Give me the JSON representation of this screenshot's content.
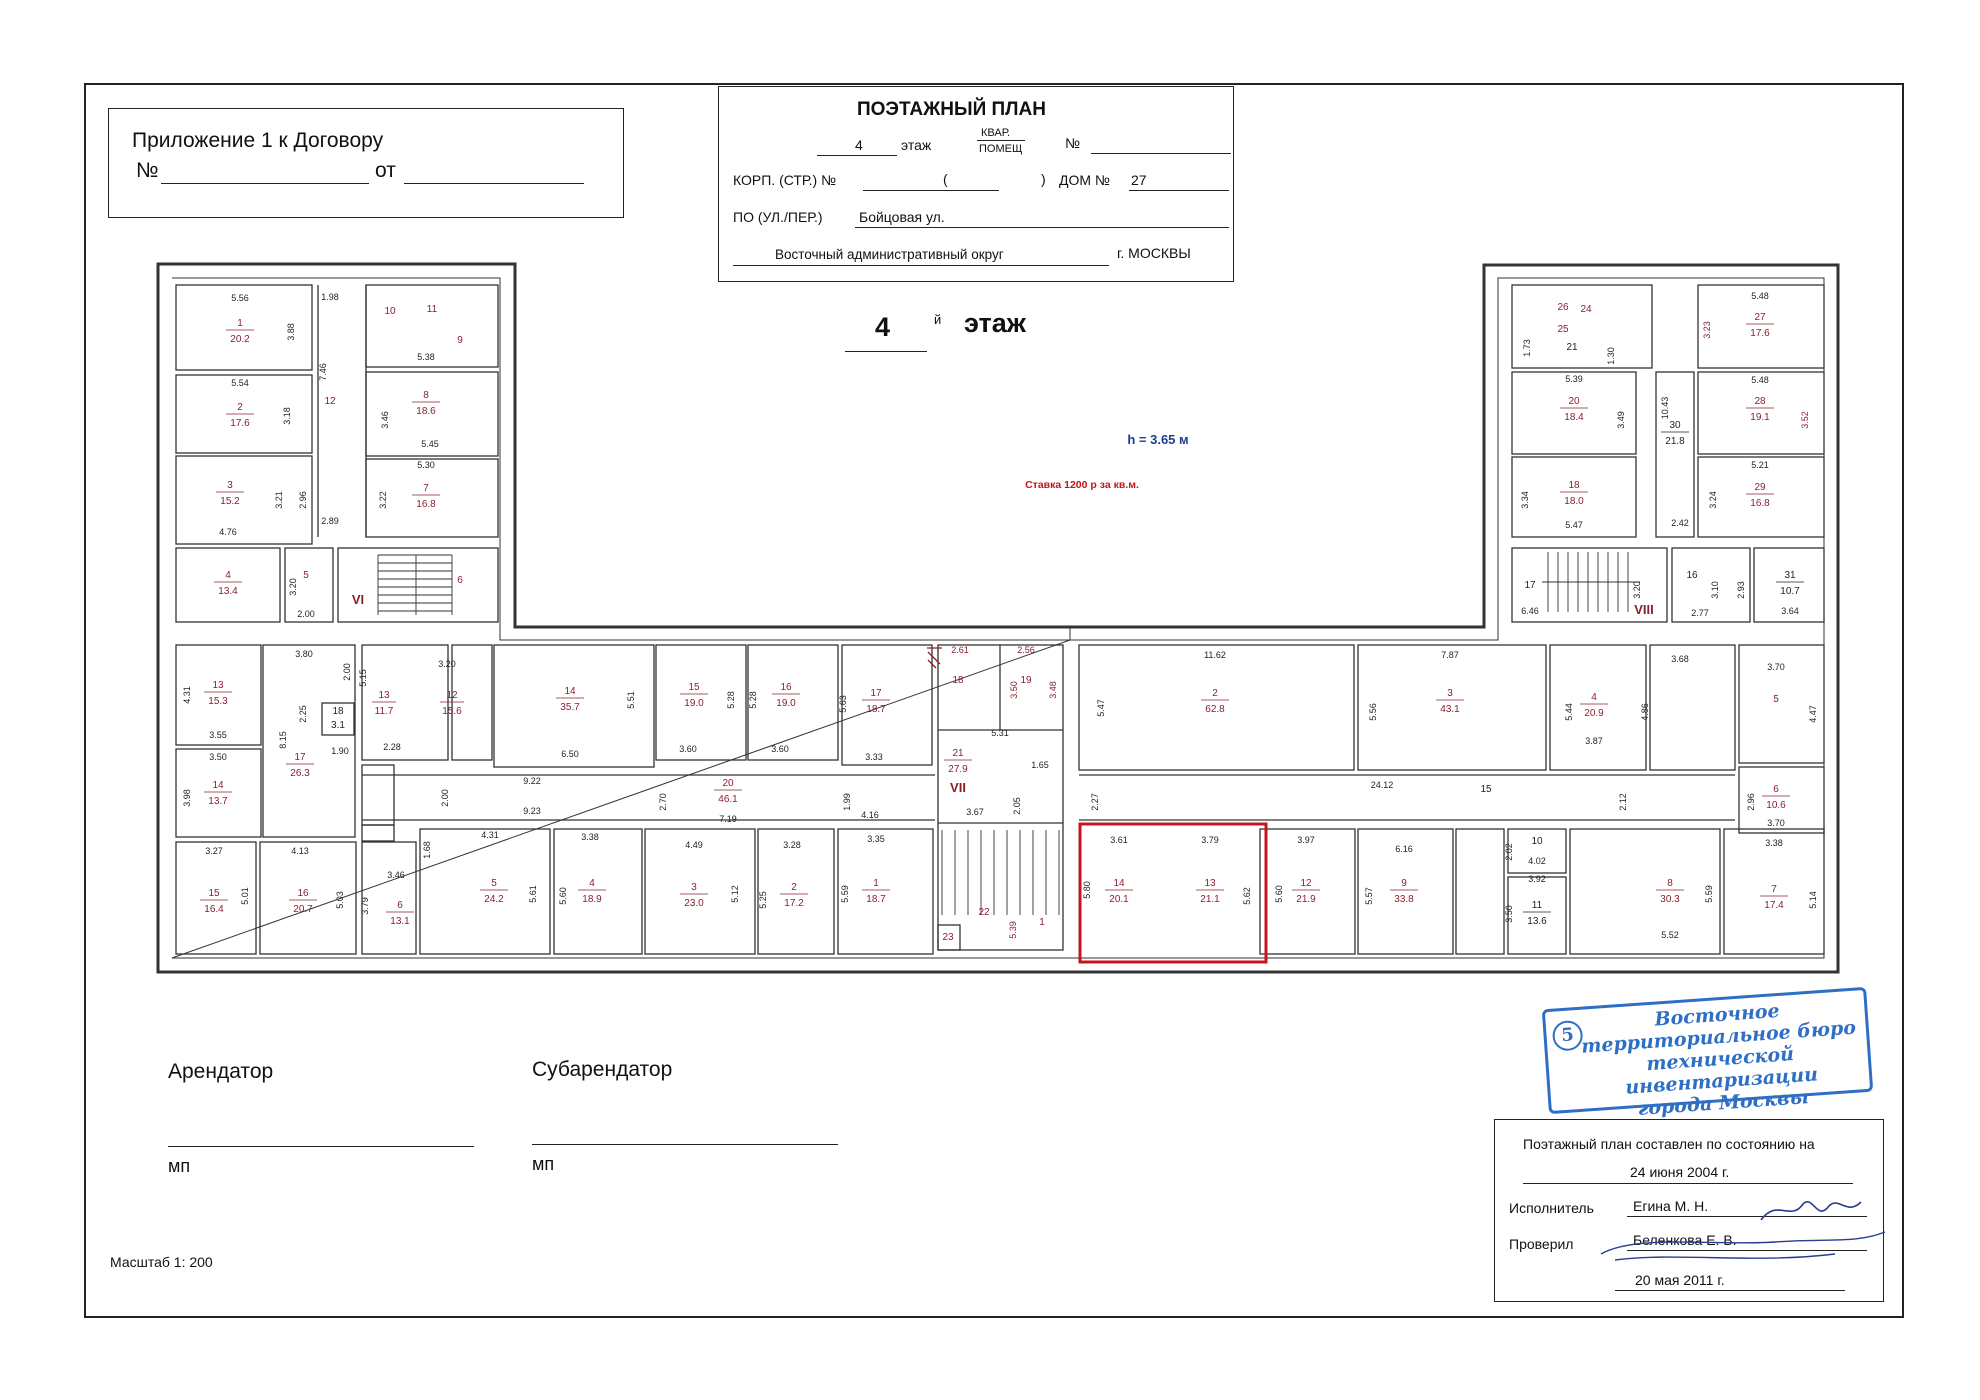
{
  "appendix": {
    "title": "Приложение 1 к Договору",
    "no_label": "№",
    "from_label": "от"
  },
  "header": {
    "title": "ПОЭТАЖНЫЙ ПЛАН",
    "floor_value": "4",
    "floor_label": "этаж",
    "kvar_label_1": "КВАР.",
    "kvar_label_2": "ПОМЕЩ",
    "no_label": "№",
    "korp_label": "КОРП. (СТР.) №",
    "paren_open": "(",
    "paren_close": ")",
    "dom_label": "ДОМ №",
    "dom_value": "27",
    "street_label": "ПО (УЛ./ПЕР.)",
    "street_value": "Бойцовая ул.",
    "district_value": "Восточный административный округ",
    "city_value": "г. МОСКВЫ"
  },
  "plan": {
    "big_floor_number": "4",
    "big_floor_suffix": "й",
    "big_floor_label": "этаж",
    "height_label": "h = 3.65 м",
    "rate_label": "Ставка 1200 р за кв.м.",
    "stair_numerals": [
      "VI",
      "VII",
      "VIII"
    ]
  },
  "rooms": {
    "left_wing": [
      {
        "n": "1",
        "area": "20.2"
      },
      {
        "n": "2",
        "area": "17.6"
      },
      {
        "n": "3",
        "area": "15.2"
      },
      {
        "n": "4",
        "area": "13.4"
      },
      {
        "n": "5",
        "area": ""
      },
      {
        "n": "6",
        "area": ""
      },
      {
        "n": "7",
        "area": "16.8"
      },
      {
        "n": "8",
        "area": "18.6"
      },
      {
        "n": "9",
        "area": ""
      },
      {
        "n": "10",
        "area": ""
      },
      {
        "n": "11",
        "area": ""
      },
      {
        "n": "12",
        "area": ""
      }
    ],
    "middle_left": [
      {
        "n": "13",
        "area": "15.3"
      },
      {
        "n": "14",
        "area": "13.7"
      },
      {
        "n": "15",
        "area": "16.4"
      },
      {
        "n": "16",
        "area": "20.7"
      },
      {
        "n": "17",
        "area": "26.3"
      },
      {
        "n": "18",
        "area": "3.1"
      },
      {
        "n": "13",
        "area": "11.7"
      },
      {
        "n": "12",
        "area": "15.6"
      },
      {
        "n": "14",
        "area": "35.7"
      },
      {
        "n": "15",
        "area": "19.0"
      },
      {
        "n": "16",
        "area": "19.0"
      },
      {
        "n": "17",
        "area": "18.7"
      },
      {
        "n": "20",
        "area": "46.1"
      },
      {
        "n": "6",
        "area": "13.1"
      },
      {
        "n": "5",
        "area": "24.2"
      },
      {
        "n": "4",
        "area": "18.9"
      },
      {
        "n": "3",
        "area": "23.0"
      },
      {
        "n": "2",
        "area": "17.2"
      },
      {
        "n": "1",
        "area": "18.7"
      }
    ],
    "stair_block": [
      {
        "n": "18",
        "area": ""
      },
      {
        "n": "19",
        "area": ""
      },
      {
        "n": "21",
        "area": "27.9"
      },
      {
        "n": "22",
        "area": ""
      },
      {
        "n": "23",
        "area": ""
      }
    ],
    "right_part": [
      {
        "n": "2",
        "area": "62.8"
      },
      {
        "n": "3",
        "area": "43.1"
      },
      {
        "n": "4",
        "area": "20.9"
      },
      {
        "n": "5",
        "area": ""
      },
      {
        "n": "6",
        "area": "10.6"
      },
      {
        "n": "14",
        "area": "20.1"
      },
      {
        "n": "13",
        "area": "21.1"
      },
      {
        "n": "12",
        "area": "21.9"
      },
      {
        "n": "11",
        "area": "13.6"
      },
      {
        "n": "10",
        "area": ""
      },
      {
        "n": "9",
        "area": "33.8"
      },
      {
        "n": "8",
        "area": "30.3"
      },
      {
        "n": "7",
        "area": "17.4"
      },
      {
        "n": "15",
        "area": ""
      }
    ],
    "right_wing": [
      {
        "n": "20",
        "area": "18.4"
      },
      {
        "n": "18",
        "area": "18.0"
      },
      {
        "n": "30",
        "area": "21.8"
      },
      {
        "n": "27",
        "area": "17.6"
      },
      {
        "n": "28",
        "area": "19.1"
      },
      {
        "n": "29",
        "area": "16.8"
      },
      {
        "n": "31",
        "area": "10.7"
      },
      {
        "n": "21",
        "area": ""
      },
      {
        "n": "17",
        "area": ""
      },
      {
        "n": "16",
        "area": ""
      }
    ]
  },
  "signatures": {
    "tenant_label": "Арендатор",
    "subtenant_label": "Субарендатор",
    "mp_label": "мп"
  },
  "scale_label": "Масштаб 1: 200",
  "stamp": {
    "number": "5",
    "lines": [
      "Восточное",
      "территориальное бюро",
      "технической инвентаризации",
      "города Москвы"
    ],
    "color": "#2e6fc4"
  },
  "certification": {
    "line1": "Поэтажный план составлен по состоянию на",
    "date1": "24 июня 2004 г.",
    "executor_label": "Исполнитель",
    "executor_name": "Егина М. Н.",
    "checked_label": "Проверил",
    "checked_name": "Беленкова Е. В.",
    "date2": "20 мая 2011 г."
  },
  "colors": {
    "room_text": "#8a1f2e",
    "highlight": "#c4141c",
    "height_text": "#1d3d8f"
  }
}
